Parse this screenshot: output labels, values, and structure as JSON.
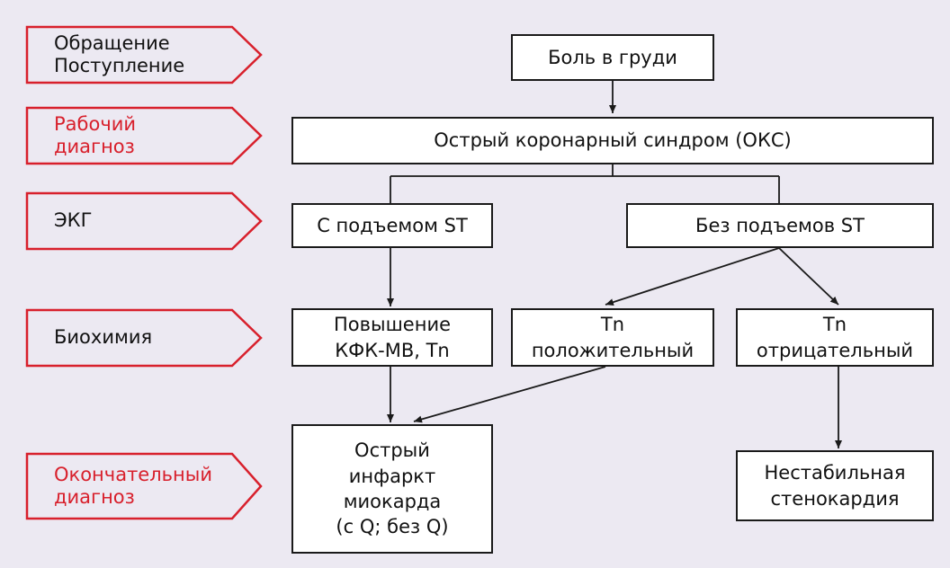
{
  "colors": {
    "background": "#ece9f2",
    "accent_red": "#d8202c",
    "line": "#1a1a1a",
    "box_fill": "#ffffff"
  },
  "stages": [
    {
      "lines": [
        "Обращение",
        "Поступление"
      ],
      "highlight": false
    },
    {
      "lines": [
        "Рабочий",
        "диагноз"
      ],
      "highlight": true
    },
    {
      "lines": [
        "ЭКГ"
      ],
      "highlight": false
    },
    {
      "lines": [
        "Биохимия"
      ],
      "highlight": false
    },
    {
      "lines": [
        "Окончательный",
        "диагноз"
      ],
      "highlight": true
    }
  ],
  "nodes": {
    "chest_pain": {
      "lines": [
        "Боль в груди"
      ]
    },
    "acs": {
      "lines": [
        "Острый коронарный синдром (ОКС)"
      ]
    },
    "st_elevation": {
      "lines": [
        "С подъемом ST"
      ]
    },
    "no_st_elevation": {
      "lines": [
        "Без подъемов ST"
      ]
    },
    "ck_mb_elevation": {
      "lines": [
        "Повышение",
        "КФК-МВ, Tn"
      ]
    },
    "tn_positive": {
      "lines": [
        "Tn",
        "положительный"
      ]
    },
    "tn_negative": {
      "lines": [
        "Tn",
        "отрицательный"
      ]
    },
    "acute_mi": {
      "lines": [
        "Острый",
        "инфаркт",
        "миокарда",
        "(с Q; без Q)"
      ]
    },
    "unstable_angina": {
      "lines": [
        "Нестабильная",
        "стенокардия"
      ]
    }
  }
}
